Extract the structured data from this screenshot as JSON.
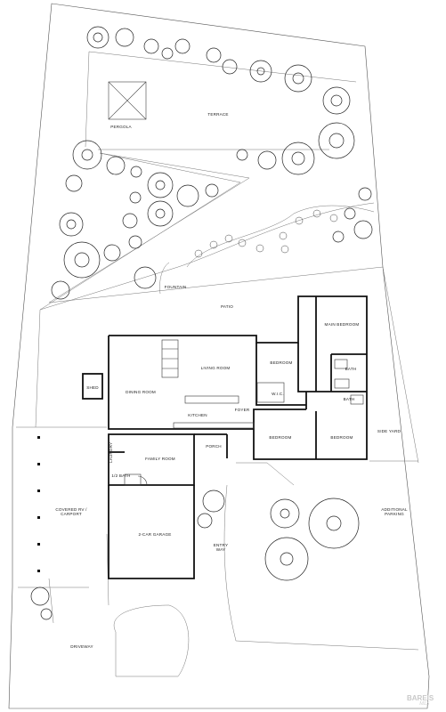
{
  "labels": {
    "pergola": "PERGOLA",
    "terrace": "TERRACE",
    "fountain": "FOUNTAIN",
    "patio": "PATIO",
    "main_bedroom": "MAIN BEDROOM",
    "bath_1": "BATH",
    "bath_2": "BATH",
    "bedroom_1": "BEDROOM",
    "bedroom_2": "BEDROOM",
    "bedroom_3": "BEDROOM",
    "living_room": "LIVING ROOM",
    "dining_room": "DINING ROOM",
    "shed": "SHED",
    "wic": "W.I.C.",
    "foyer": "FOYER",
    "kitchen": "KITCHEN",
    "side_yard": "SIDE YARD",
    "porch": "PORCH",
    "laundry": "LAUNDRY",
    "family_room": "FAMILY ROOM",
    "half_bath": "1/2 BATH",
    "covered_carport": "COVERED RV / CARPORT",
    "additional_parking": "ADDITIONAL PARKING",
    "garage": "2-CAR GARAGE",
    "entry_way": "ENTRY WAY",
    "driveway": "DRIVEWAY"
  },
  "watermark": {
    "brand": "BAREIS",
    "sub": "MLS"
  }
}
